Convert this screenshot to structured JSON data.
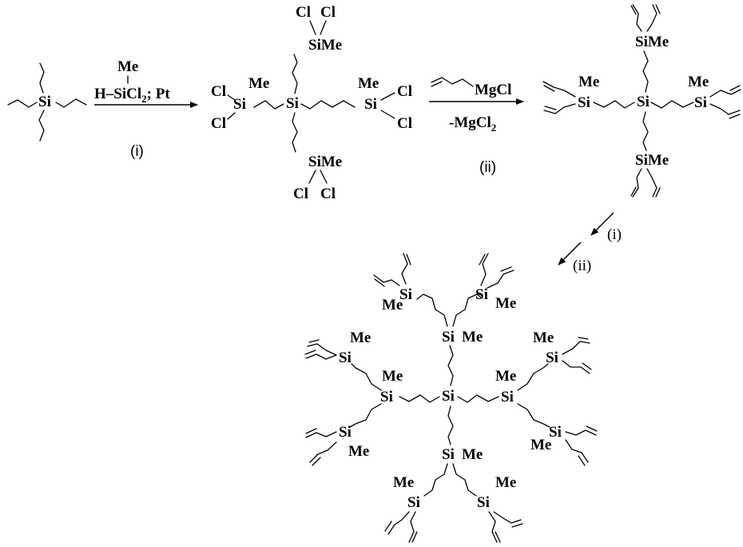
{
  "reagents": {
    "step1": {
      "me": "Me",
      "h": "H",
      "sicl": "SiCl",
      "sub2": "2",
      "catalyst": "; Pt",
      "label": "(i)"
    },
    "step2": {
      "grignard": "MgCl",
      "byproduct": "MgCl",
      "sub2": "2",
      "label": "(ii)"
    },
    "iterate": {
      "label_i": "(i)",
      "label_ii": "(ii)"
    }
  },
  "atoms": {
    "si": "Si",
    "me": "Me",
    "cl": "Cl",
    "si_me": "SiMe"
  }
}
